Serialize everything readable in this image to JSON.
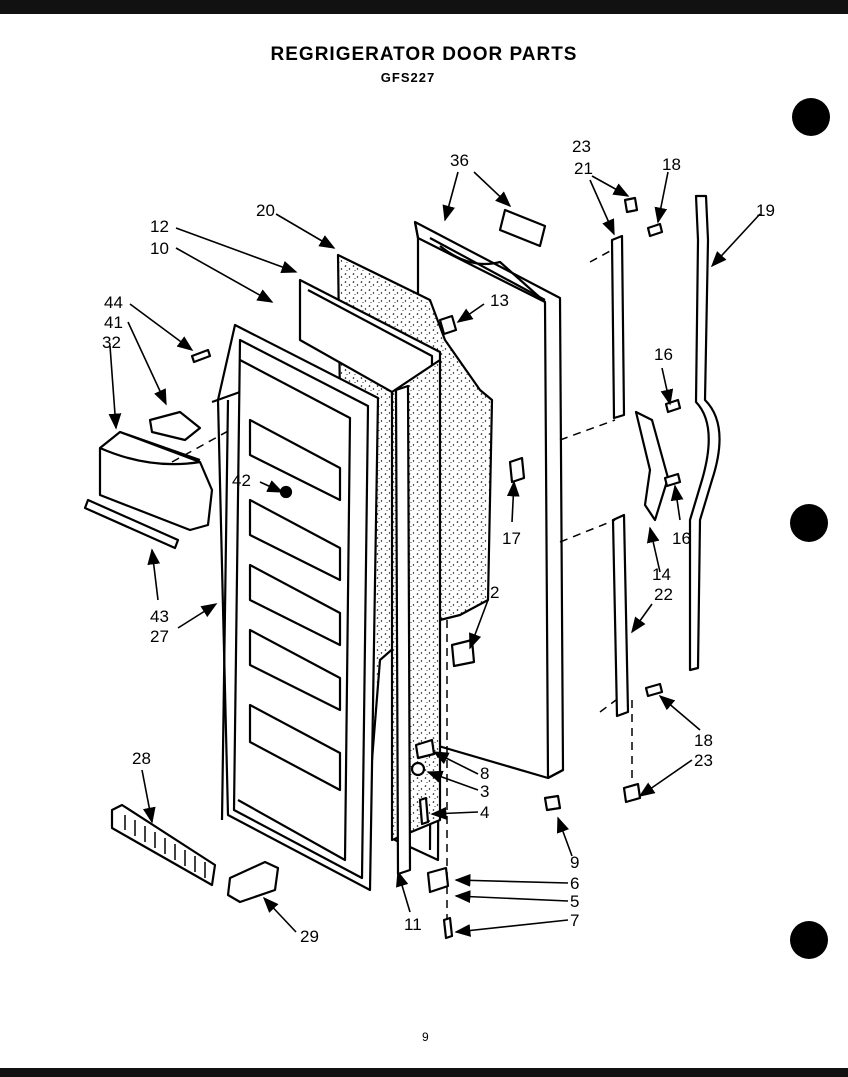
{
  "title": "REGRIGERATOR DOOR PARTS",
  "model": "GFS227",
  "page_number": "9",
  "labels": {
    "l36": "36",
    "l23a": "23",
    "l21": "21",
    "l18a": "18",
    "l19": "19",
    "l20": "20",
    "l12": "12",
    "l10": "10",
    "l13": "13",
    "l44": "44",
    "l41": "41",
    "l32": "32",
    "l16a": "16",
    "l42": "42",
    "l17": "17",
    "l16b": "16",
    "l14": "14",
    "l22": "22",
    "l43": "43",
    "l27": "27",
    "l2": "2",
    "l18b": "18",
    "l23b": "23",
    "l28": "28",
    "l8": "8",
    "l3": "3",
    "l4": "4",
    "l9": "9",
    "l6": "6",
    "l5": "5",
    "l7": "7",
    "l11": "11",
    "l29": "29"
  }
}
